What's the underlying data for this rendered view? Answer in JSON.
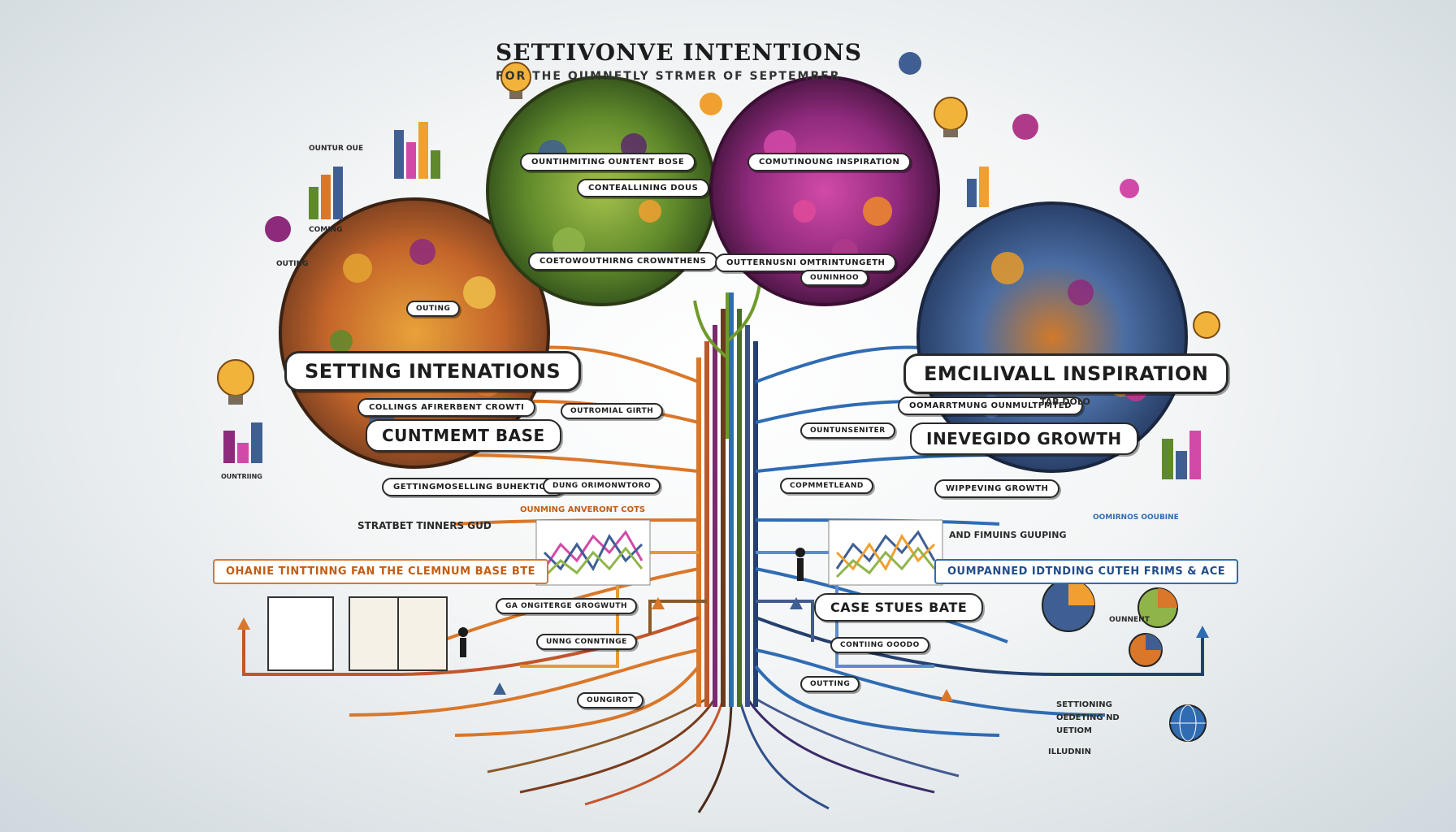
{
  "header": {
    "title": "SETTIVONVE INTENTIONS",
    "subtitle": "FOR THE OUMNETLY STRMER OF SEPTEMBER"
  },
  "left_circle": {
    "main_label": "SETTING INTENATIONS",
    "sub_label_1": "OUTING",
    "sub_label_2": "COLLINGS AFIRERBENT CROWTI",
    "sub_label_3": "CUNTMEMT BASE",
    "sub_label_4": "OUTROMIAL GIRTH",
    "sub_label_5": "GETTINGMOSELLING BUHEKTION"
  },
  "top_left_circle": {
    "label_1": "OUNTIHMITING OUNTENT BOSE",
    "label_2": "CONTEALLINING DOUS",
    "label_3": "COETOWOUTHIRNG CROWNTHENS"
  },
  "top_right_circle": {
    "label_1": "COMUTINOUNG INSPIRATION",
    "label_2": "OUTTERNUSNI OMTRINTUNGETH",
    "label_3": "OUNINHOO"
  },
  "right_circle": {
    "main_label": "EMCILIVALL INSPIRATION",
    "sub_label_1": "OOMARRTMUNG OUNMULTFMTED",
    "sub_label_1b": "TAB DOLO",
    "sub_label_2": "OUNTUNSENITER",
    "sub_label_3": "INEVEGIDO GROWTH",
    "sub_label_4": "WIPPEVING GROWTH"
  },
  "side_texts": {
    "left_tag_1": "OUNTUR OUE",
    "left_tag_2": "COMING",
    "left_tag_3": "OUTING",
    "strategy": "STRATBET TINNERS GUD",
    "left_bottom_small": "OUNTRIING",
    "center_left_caption": "OUNMING ANVERONT COTS",
    "center_left_small": "DUNG ORIMONWTORO",
    "center_right_caption": "COPMMETLEAND",
    "right_tag": "AND FIMUINS GUUPING",
    "right_small": "OOMIRNOS OOUBINE"
  },
  "left_bar": "OHANIE TINTTINNG FAN THE CLEMNUM BASE BTE",
  "right_bar": "OUMPANNED IDTNDING CUTEH FRIMS & ACE",
  "bottom_left": {
    "label_1": "GA ONGITERGE GROGWUTH",
    "label_2": "UNNG CONNTINGE",
    "label_3": "OUNGIROT"
  },
  "bottom_right": {
    "main_label": "CASE STUES BATE",
    "label_1": "CONTIING OOODO",
    "label_2": "OUTTING",
    "label_3": "OUNNENT",
    "corner_text_1": "SETTIONING",
    "corner_text_2": "OEDETING ND",
    "corner_text_3": "UETIOM",
    "corner_text_4": "ILLUDNIN"
  },
  "colors": {
    "left_branch": "#d9772a",
    "right_branch": "#2f6cb3",
    "left_circle_fill": "#c7692a",
    "top_left_fill": "#6a8f2f",
    "top_right_fill": "#8e2a7a",
    "right_circle_fill": "#3f5f93"
  }
}
